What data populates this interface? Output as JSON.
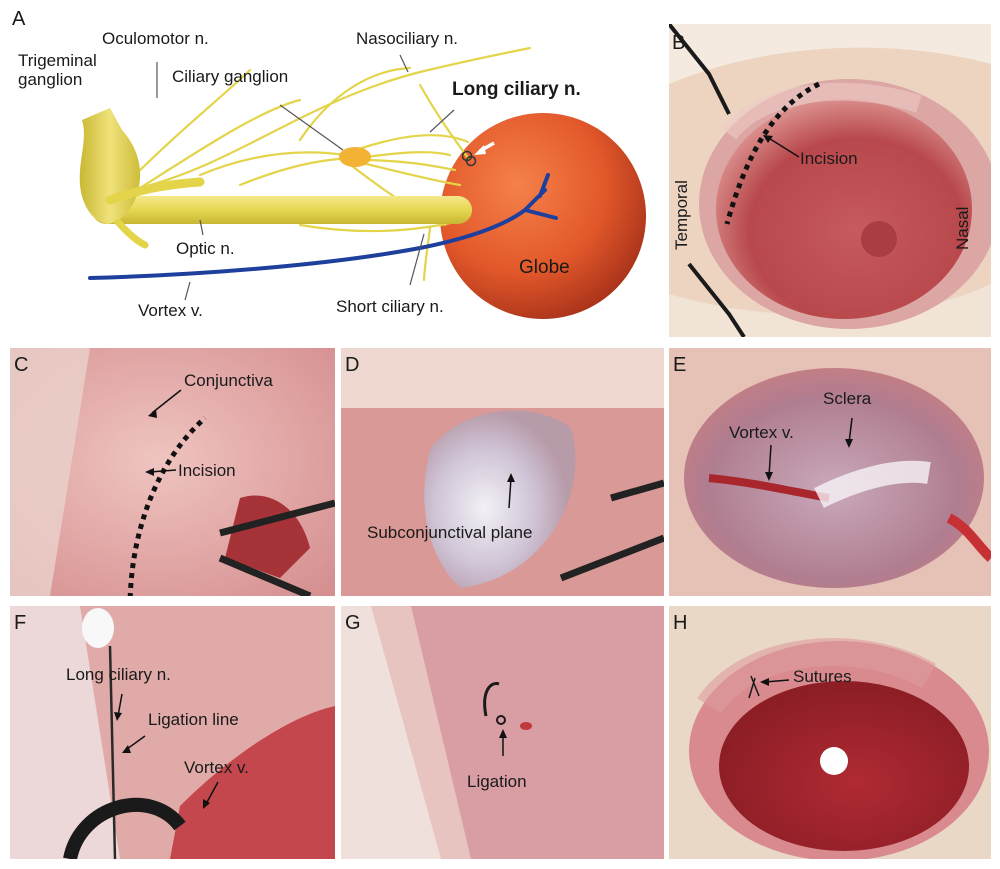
{
  "panels": {
    "a": {
      "letter": "A",
      "labels": {
        "trigeminal_line1": "Trigeminal",
        "trigeminal_line2": "ganglion",
        "oculomotor": "Oculomotor n.",
        "ciliary_ganglion": "Ciliary ganglion",
        "nasociliary": "Nasociliary n.",
        "long_ciliary": "Long ciliary n.",
        "optic": "Optic n.",
        "vortex": "Vortex v.",
        "short_ciliary": "Short ciliary n.",
        "globe": "Globe"
      }
    },
    "b": {
      "letter": "B",
      "incision": "Incision",
      "temporal": "Temporal",
      "nasal": "Nasal"
    },
    "c": {
      "letter": "C",
      "conjunctiva": "Conjunctiva",
      "incision": "Incision"
    },
    "d": {
      "letter": "D",
      "plane": "Subconjunctival plane"
    },
    "e": {
      "letter": "E",
      "sclera": "Sclera",
      "vortex": "Vortex v."
    },
    "f": {
      "letter": "F",
      "long_ciliary": "Long ciliary n.",
      "ligation_line": "Ligation line",
      "vortex": "Vortex v."
    },
    "g": {
      "letter": "G",
      "ligation": "Ligation"
    },
    "h": {
      "letter": "H",
      "sutures": "Sutures"
    }
  },
  "colors": {
    "nerve": "#e3d44a",
    "nerve_light": "#f0e47a",
    "vein": "#1f3f9c",
    "globe": "#e2582a",
    "ganglion": "#f2b233",
    "tissue": "#e8a7a4"
  }
}
